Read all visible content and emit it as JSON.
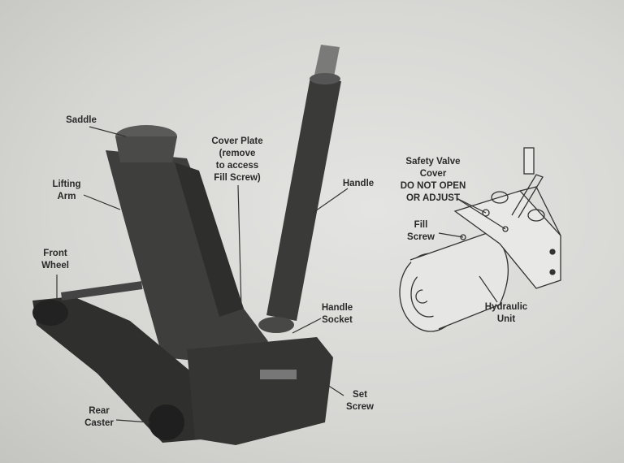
{
  "labels": {
    "saddle": [
      "Saddle"
    ],
    "lifting_arm": [
      "Lifting",
      "Arm"
    ],
    "front_wheel": [
      "Front",
      "Wheel"
    ],
    "cover_plate": [
      "Cover Plate",
      "(remove",
      "to access",
      "Fill Screw)"
    ],
    "handle": [
      "Handle"
    ],
    "handle_socket": [
      "Handle",
      "Socket"
    ],
    "set_screw": [
      "Set",
      "Screw"
    ],
    "rear_caster": [
      "Rear",
      "Caster"
    ],
    "safety_valve": [
      "Safety Valve",
      "Cover",
      "DO NOT OPEN",
      "OR ADJUST"
    ],
    "fill_screw": [
      "Fill",
      "Screw"
    ],
    "hydraulic_unit": [
      "Hydraulic",
      "Unit"
    ]
  }
}
